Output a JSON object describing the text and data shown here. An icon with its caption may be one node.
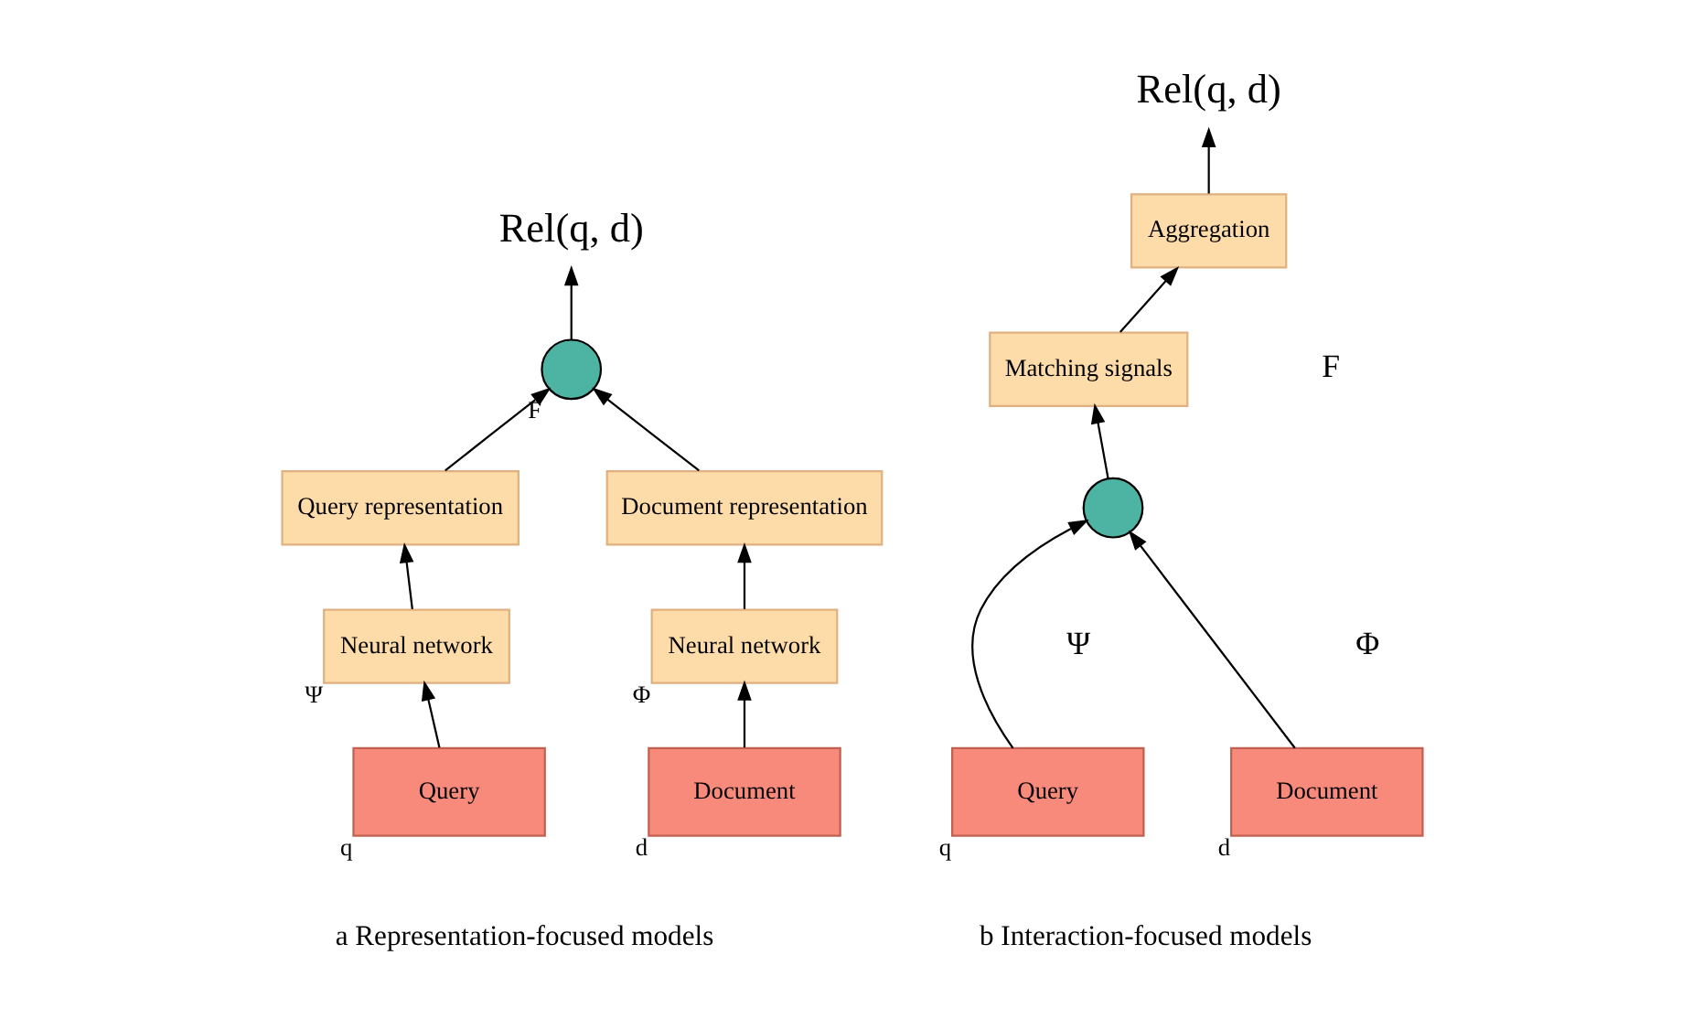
{
  "diagram": {
    "nodes": [
      {
        "text": [
          "Rel(q, d)"
        ]
      },
      {
        "text": [],
        "shape": "circle",
        "beside": [
          "F"
        ]
      },
      {
        "text": [
          "Query representation"
        ]
      },
      {
        "text": [
          "Document representation"
        ]
      },
      {
        "text": [
          "Neural network"
        ],
        "beside": [
          "Ψ"
        ]
      },
      {
        "text": [
          "Neural network"
        ],
        "beside": [
          "Φ"
        ]
      },
      {
        "text": [
          "Query"
        ],
        "beside": [
          "q"
        ]
      },
      {
        "text": [
          "Document"
        ],
        "beside": [
          "d"
        ]
      },
      {
        "text": [
          "Rel(q, d)"
        ]
      },
      {
        "text": [
          "Aggregation"
        ]
      },
      {
        "text": [
          "Matching signals"
        ]
      },
      {
        "text": [],
        "shape": "circle"
      },
      {
        "text": [
          "Query"
        ],
        "beside": [
          "q"
        ]
      },
      {
        "text": [
          "Document"
        ],
        "beside": [
          "d"
        ]
      }
    ],
    "edges": [
      {
        "from": 6,
        "to": 4,
        "arrow": "to"
      },
      {
        "from": 4,
        "to": 2,
        "arrow": "to"
      },
      {
        "from": 2,
        "to": 1,
        "arrow": "to"
      },
      {
        "from": 7,
        "to": 5,
        "arrow": "to"
      },
      {
        "from": 5,
        "to": 3,
        "arrow": "to"
      },
      {
        "from": 3,
        "to": 1,
        "arrow": "to"
      },
      {
        "from": 1,
        "to": 0,
        "arrow": "to"
      },
      {
        "from": 12,
        "to": 11,
        "arrow": "to"
      },
      {
        "from": 13,
        "to": 11,
        "arrow": "to"
      },
      {
        "from": 11,
        "to": 10,
        "arrow": "to"
      },
      {
        "from": 10,
        "to": 9,
        "arrow": "to"
      },
      {
        "from": 9,
        "to": 8,
        "arrow": "to"
      }
    ],
    "labels": [
      "F",
      "Ψ",
      "Φ",
      "a Representation-focused models",
      "b Interaction-focused models"
    ]
  }
}
